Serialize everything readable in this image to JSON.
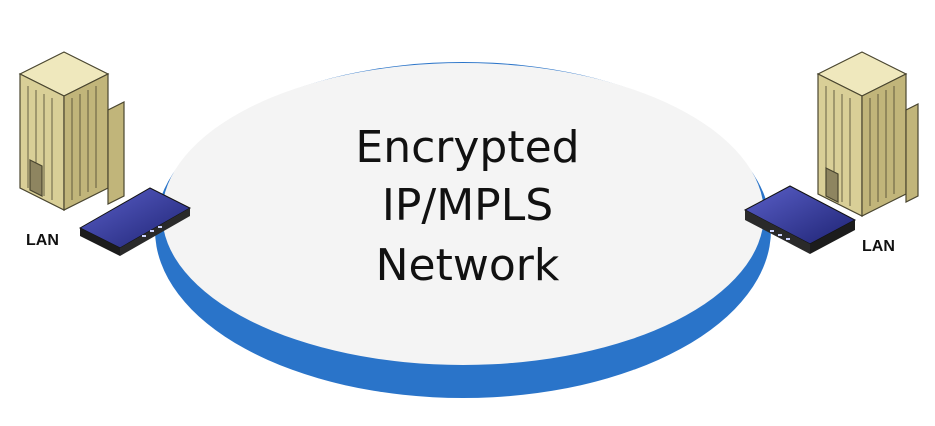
{
  "network": {
    "title_lines": [
      "Encrypted",
      "IP/MPLS",
      "Network"
    ],
    "ring_color": "#2a74c9",
    "fill_color": "#f4f4f4"
  },
  "left_site": {
    "label": "LAN",
    "icon": "office-building-icon",
    "device_icon": "vpn-router-icon"
  },
  "right_site": {
    "label": "LAN",
    "icon": "office-building-icon",
    "device_icon": "vpn-router-icon"
  },
  "colors": {
    "building_face": "#d9cf97",
    "building_side": "#c1b57a",
    "building_top": "#efe8bd",
    "building_stroke": "#4a4630",
    "router_top": "#3a3f9c",
    "router_side": "#1c1c1c"
  }
}
